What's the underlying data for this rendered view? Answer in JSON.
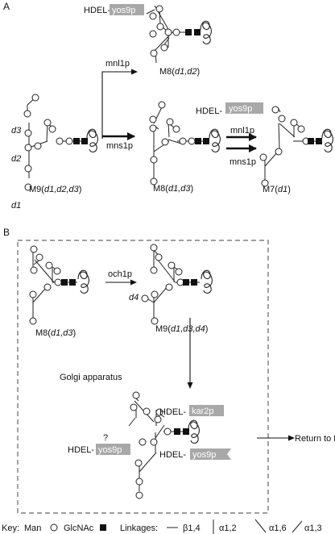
{
  "panels": {
    "a": "A",
    "b": "B"
  },
  "structures": {
    "m9_d1d2d3": {
      "name": "M9(",
      "args": "d1,d2,d3",
      "close": ")"
    },
    "m8_d1d2": {
      "name": "M8(",
      "args": "d1,d2",
      "close": ")"
    },
    "m8_d1d3": {
      "name": "M8(",
      "args": "d1,d3",
      "close": ")"
    },
    "m7_d1": {
      "name": "M7(",
      "args": "d1",
      "close": ")"
    },
    "m8_d1d3_golgi": {
      "name": "M8(",
      "args": "d1,d3",
      "close": ")"
    },
    "m9_d1d3d4": {
      "name": "M9(",
      "args": "d1,d3,d4",
      "close": ")"
    }
  },
  "branch_labels": {
    "d1": "d1",
    "d2": "d2",
    "d3": "d3",
    "d4": "d4"
  },
  "enzymes": {
    "mnl1p": "mnl1p",
    "mns1p": "mns1p",
    "och1p": "och1p"
  },
  "tags": {
    "hdel": "HDEL-",
    "yos9p": "yos9p",
    "kar2p": "kar2p"
  },
  "golgi_label": "Golgi apparatus",
  "question_mark": "?",
  "return_label": "Return to ER",
  "key": {
    "title": "Key:",
    "man": "Man",
    "glcnac": "GlcNAc",
    "linkages_title": "Linkages:",
    "b14": "β1,4",
    "a12": "α1,2",
    "a16": "α1,6",
    "a13": "α1,3"
  },
  "colors": {
    "tag_fill": "#a8a8a8",
    "golgi_border": "#666666"
  }
}
